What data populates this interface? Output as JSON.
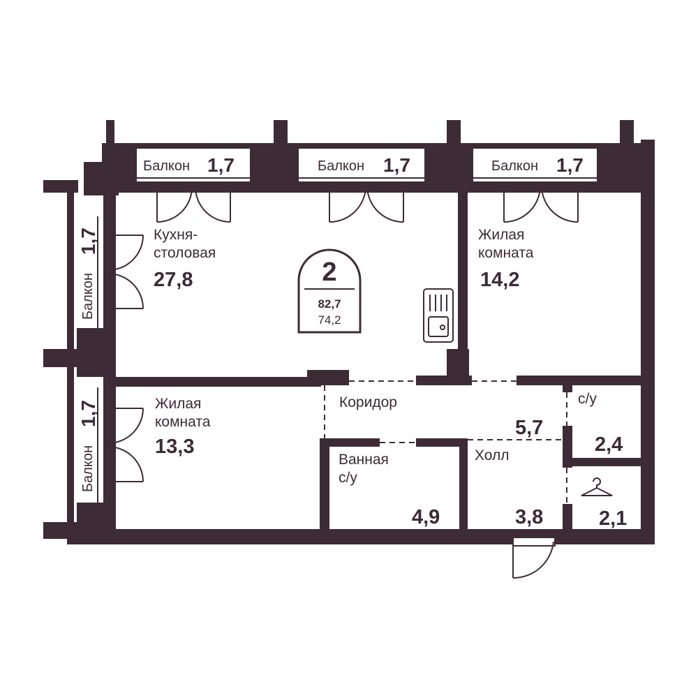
{
  "plan": {
    "rooms_count": "2",
    "total_area": "82,7",
    "living_area": "74,2",
    "colors": {
      "wall": "#3d2b35",
      "line": "#3d2b35",
      "background": "#ffffff"
    }
  },
  "balconies": [
    {
      "name": "Балкон",
      "area": "1,7"
    },
    {
      "name": "Балкон",
      "area": "1,7"
    },
    {
      "name": "Балкон",
      "area": "1,7"
    },
    {
      "name": "Балкон",
      "area": "1,7"
    },
    {
      "name": "Балкон",
      "area": "1,7"
    }
  ],
  "rooms": {
    "kitchen": {
      "name_line1": "Кухня-",
      "name_line2": "столовая",
      "area": "27,8"
    },
    "living1": {
      "name_line1": "Жилая",
      "name_line2": "комната",
      "area": "14,2"
    },
    "living2": {
      "name_line1": "Жилая",
      "name_line2": "комната",
      "area": "13,3"
    },
    "corridor": {
      "name": "Коридор",
      "area": "5,7"
    },
    "wc": {
      "name": "с/у",
      "area": "2,4"
    },
    "bathroom": {
      "name_line1": "Ванная",
      "name_line2": "с/у",
      "area": "4,9"
    },
    "hall": {
      "name": "Холл",
      "area": "3,8"
    },
    "wardrobe": {
      "area": "2,1",
      "icon": "hanger-icon"
    }
  },
  "fixtures": {
    "sink_icon": "kitchen-sink-icon",
    "wardrobe_icon": "hanger-icon"
  }
}
